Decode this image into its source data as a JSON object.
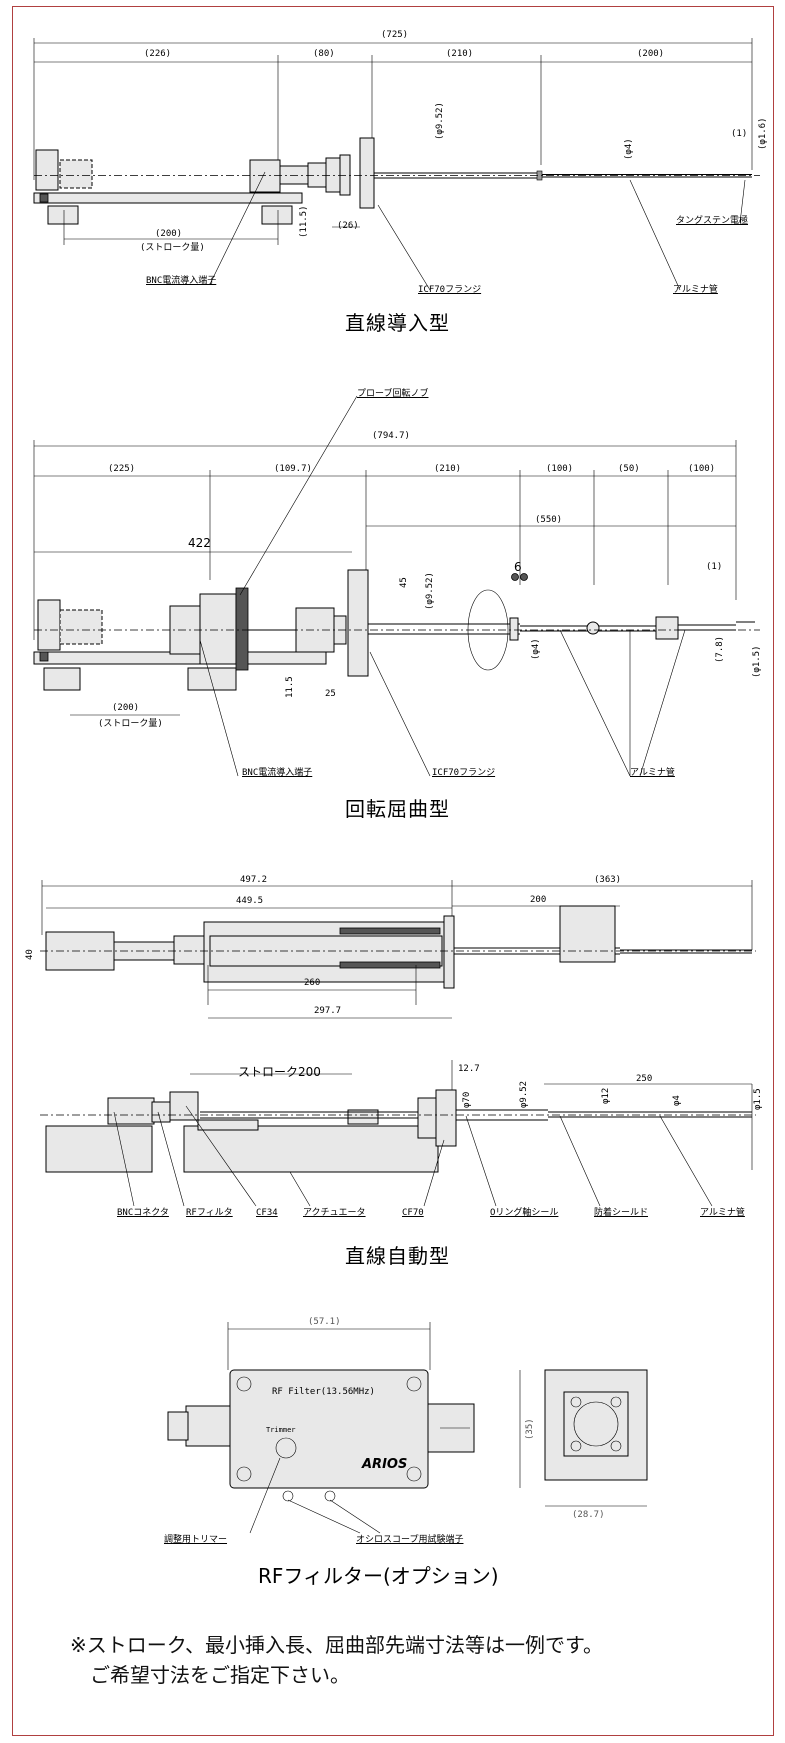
{
  "d1": {
    "caption": "直線導入型",
    "dims": {
      "total": "(725)",
      "a": "(226)",
      "b": "(80)",
      "c": "(210)",
      "d": "(200)",
      "phi952": "(φ9.52)",
      "phi4": "(φ4)",
      "one": "(1)",
      "phi16": "(φ1.6)",
      "stroke": "(200)",
      "stroke_label": "(ストローク量)",
      "h115": "(11.5)",
      "w26": "(26)"
    },
    "labels": {
      "tungsten": "タングステン電極",
      "bnc": "BNC電流導入端子",
      "cf70": "ICF70フランジ",
      "alumina": "アルミナ管"
    }
  },
  "d2": {
    "caption": "回転屈曲型",
    "dims": {
      "total": "(794.7)",
      "a": "(225)",
      "b": "(109.7)",
      "c": "(210)",
      "d": "(100)",
      "e": "(50)",
      "f": "(100)",
      "v550": "(550)",
      "v422": "422",
      "v45": "45",
      "phi952": "(φ9.52)",
      "six": "6",
      "phi4": "(φ4)",
      "one": "(1)",
      "v78": "(7.8)",
      "phi15": "(φ1.5)",
      "v115": "11.5",
      "v25": "25",
      "stroke": "(200)",
      "stroke_label": "(ストローク量)"
    },
    "labels": {
      "knob": "プローブ回転ノブ",
      "bnc": "BNC電流導入端子",
      "cf70": "ICF70フランジ",
      "alumina": "アルミナ管"
    }
  },
  "d3": {
    "caption": "直線自動型",
    "dims": {
      "v4972": "497.2",
      "v363": "(363)",
      "v4495": "449.5",
      "v200": "200",
      "v40": "40",
      "v260": "260",
      "v2977": "297.7",
      "stroke": "ストローク200",
      "v127": "12.7",
      "phi70": "φ70",
      "phi952": "φ9.52",
      "v250": "250",
      "phi12": "φ12",
      "phi4": "φ4",
      "phi15": "φ1.5"
    },
    "labels": {
      "bnc": "BNCコネクタ",
      "rf": "RFフィルタ",
      "cf34": "CF34",
      "act": "アクチュエータ",
      "cf70": "CF70",
      "oring": "Oリング軸シール",
      "shield": "防着シールド",
      "alumina": "アルミナ管"
    }
  },
  "d4": {
    "caption": "RFフィルター(オプション)",
    "dims": {
      "w": "(57.1)",
      "h": "(35)",
      "w2": "(28.7)"
    },
    "labels": {
      "title": "RF Filter(13.56MHz)",
      "trimmer": "Trimmer",
      "brand": "ARIOS",
      "adjust": "調整用トリマー",
      "osc": "オシロスコープ用試験端子"
    }
  },
  "note": {
    "line1": "※ストローク、最小挿入長、屈曲部先端寸法等は一例です。",
    "line2": "ご希望寸法をご指定下さい。"
  }
}
